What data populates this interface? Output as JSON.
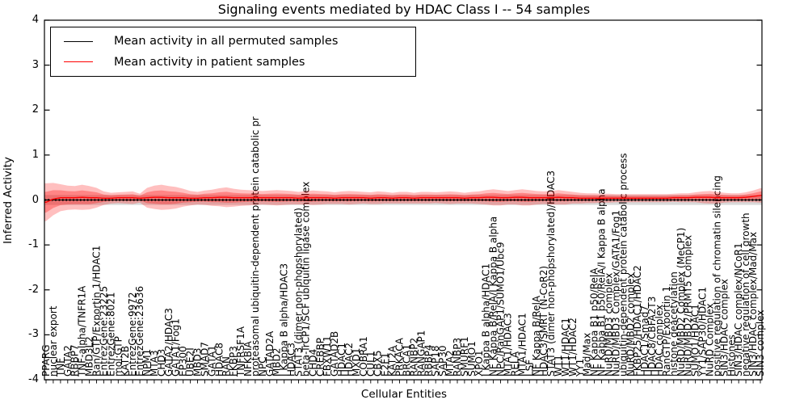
{
  "title": "Signaling events mediated by HDAC Class I -- 54 samples",
  "axes": {
    "ylabel": "Inferred Activity",
    "xlabel": "Cellular Entities",
    "yticks": [
      "4",
      "3",
      "2",
      "1",
      "0",
      "-1",
      "-2",
      "-3",
      "-4"
    ]
  },
  "legend": [
    {
      "label": "Mean activity in all permuted samples",
      "color": "#000000"
    },
    {
      "label": "Mean activity in patient samples",
      "color": "#ff0000"
    }
  ],
  "chart_data": {
    "type": "line",
    "title": "Signaling events mediated by HDAC Class I -- 54 samples",
    "xlabel": "Cellular Entities",
    "ylabel": "Inferred Activity",
    "ylim": [
      -4,
      4
    ],
    "grid": false,
    "legend_position": "upper left",
    "categories": [
      "PPARG",
      "nuclear export",
      "TNF",
      "GATA2",
      "RBBP7",
      "TNF-alpha/TNFR1A",
      "MBD3L2",
      "Ran/GTP/Exportin 1/HDAC1",
      "EntrezGene:23225",
      "EntrezGene:8021",
      "mol:GTP",
      "KAT2B",
      "EntrezGene:9972",
      "EntrezGene:23636",
      "NPM1",
      "MTA3",
      "CHD3",
      "GATA2/HDAC3",
      "GATA1/Fog1",
      "EP300",
      "UBE2I",
      "MBD3",
      "SMAD7",
      "GATA1",
      "HDAC8",
      "RAN",
      "FKBP3",
      "TNFRSF1A",
      "NFKBIA",
      "proteasomal ubiquitin-dependent protein catabolic pr",
      "NPC",
      "GATAD2A",
      "MBD2",
      "I Kappa B alpha/HDAC3",
      "HDAC3",
      "STAT3 (dimer non-phopshorylated)",
      "beta-TrCP1/SCF ubiquitin ligase complex",
      "CHD4",
      "CREBBP",
      "FBXW11",
      "GATAD2B",
      "HDAC1",
      "HDAC2",
      "MXD1",
      "COBRA1",
      "CUL1",
      "CBX5",
      "E2F1",
      "KAT2A",
      "PRKACA",
      "BRCA1",
      "RANBP2",
      "RANGAP1",
      "RBBP4",
      "SAP18",
      "SAP30",
      "MTA2",
      "RANBP3",
      "SMURF1",
      "SUMO1",
      "XPO1",
      "I Kappa B alpha/HDAC1",
      "NF Kappa B/RelA/I Kappa B alpha",
      "NPC/RanGAP1/SUMO1/Ubc9",
      "MTA1/HDAC3",
      "RELA",
      "MTA1/HDAC1",
      "LSF",
      "NF Kappa B/RelA",
      "HDAC3/SMRT (N-CoR2)",
      "STAT3 (dimer non-phopshorylated)/HDAC3",
      "WT1",
      "WT1/HDAC1",
      "WT1/HDAC2",
      "YY1",
      "Mad/Max",
      "NF Kappa B1 p50/RelA",
      "NF Kappa B1 p50/RelA/I Kappa B alpha",
      "NuRD/MBD3 complex",
      "NuRD/MBD3 Complex/GATA1/Fog1",
      "ubiquitin-dependent protein catabolic process",
      "NuRD/MBD2 complex",
      "FKBP25/HDAC1/HDAC2",
      "HDAC1/Smad7",
      "HDAC8/CBFA2T3",
      "HDAC complex",
      "RanGTP/Exportin 1",
      "histone deacetylation",
      "NuRD/MBD2 Complex (MeCP1)",
      "NuRD/MBD2/PRMT5 Complex",
      "SUMO1/HDAC1",
      "YY1/SAP30/HDAC1",
      "NuRD Complex",
      "positive regulation of chromatin silencing",
      "SIN3/HDAC complex",
      "Histones",
      "SIN3/HDAC complex/NCoR1",
      "negative regulation of cell growth",
      "SIN3/HDAC complex/Mad/Max",
      "SIN3 complex"
    ],
    "series": [
      {
        "name": "Mean activity in all permuted samples",
        "color": "#000000",
        "mean_constant": 0.0,
        "band_halfwidth_constant": 0.11,
        "band_opacity": 0.15
      },
      {
        "name": "Mean activity in patient samples",
        "color": "#ff0000",
        "band_opacity": 0.3,
        "mean": [
          -0.05,
          0.02,
          0.05,
          0.05,
          0.05,
          0.06,
          0.05,
          0.05,
          0.04,
          0.04,
          0.05,
          0.05,
          0.05,
          0.04,
          0.05,
          0.06,
          0.06,
          0.05,
          0.05,
          0.05,
          0.04,
          0.04,
          0.05,
          0.05,
          0.06,
          0.06,
          0.05,
          0.05,
          0.05,
          0.05,
          0.05,
          0.05,
          0.05,
          0.05,
          0.05,
          0.04,
          0.05,
          0.05,
          0.05,
          0.05,
          0.04,
          0.05,
          0.05,
          0.05,
          0.05,
          0.04,
          0.05,
          0.05,
          0.04,
          0.05,
          0.05,
          0.04,
          0.05,
          0.05,
          0.05,
          0.05,
          0.05,
          0.05,
          0.04,
          0.05,
          0.05,
          0.06,
          0.06,
          0.05,
          0.05,
          0.06,
          0.06,
          0.05,
          0.05,
          0.05,
          0.05,
          0.06,
          0.05,
          0.05,
          0.04,
          0.04,
          0.04,
          0.04,
          0.04,
          0.04,
          0.04,
          0.04,
          0.04,
          0.04,
          0.04,
          0.04,
          0.04,
          0.05,
          0.05,
          0.05,
          0.06,
          0.06,
          0.06,
          0.05,
          0.05,
          0.05,
          0.05,
          0.06,
          0.08,
          0.1
        ],
        "band_halfwidth": [
          0.42,
          0.36,
          0.3,
          0.27,
          0.26,
          0.28,
          0.26,
          0.22,
          0.15,
          0.12,
          0.12,
          0.13,
          0.14,
          0.1,
          0.22,
          0.26,
          0.28,
          0.26,
          0.24,
          0.2,
          0.16,
          0.14,
          0.16,
          0.18,
          0.2,
          0.22,
          0.2,
          0.18,
          0.17,
          0.16,
          0.15,
          0.16,
          0.17,
          0.16,
          0.15,
          0.14,
          0.15,
          0.16,
          0.15,
          0.14,
          0.13,
          0.14,
          0.15,
          0.14,
          0.13,
          0.13,
          0.14,
          0.13,
          0.12,
          0.13,
          0.13,
          0.12,
          0.13,
          0.13,
          0.12,
          0.13,
          0.14,
          0.13,
          0.12,
          0.13,
          0.14,
          0.16,
          0.18,
          0.17,
          0.15,
          0.16,
          0.18,
          0.17,
          0.15,
          0.14,
          0.15,
          0.16,
          0.15,
          0.13,
          0.12,
          0.11,
          0.11,
          0.1,
          0.1,
          0.09,
          0.09,
          0.09,
          0.09,
          0.09,
          0.09,
          0.09,
          0.09,
          0.09,
          0.1,
          0.1,
          0.11,
          0.13,
          0.14,
          0.13,
          0.11,
          0.1,
          0.1,
          0.11,
          0.13,
          0.16
        ]
      }
    ]
  }
}
